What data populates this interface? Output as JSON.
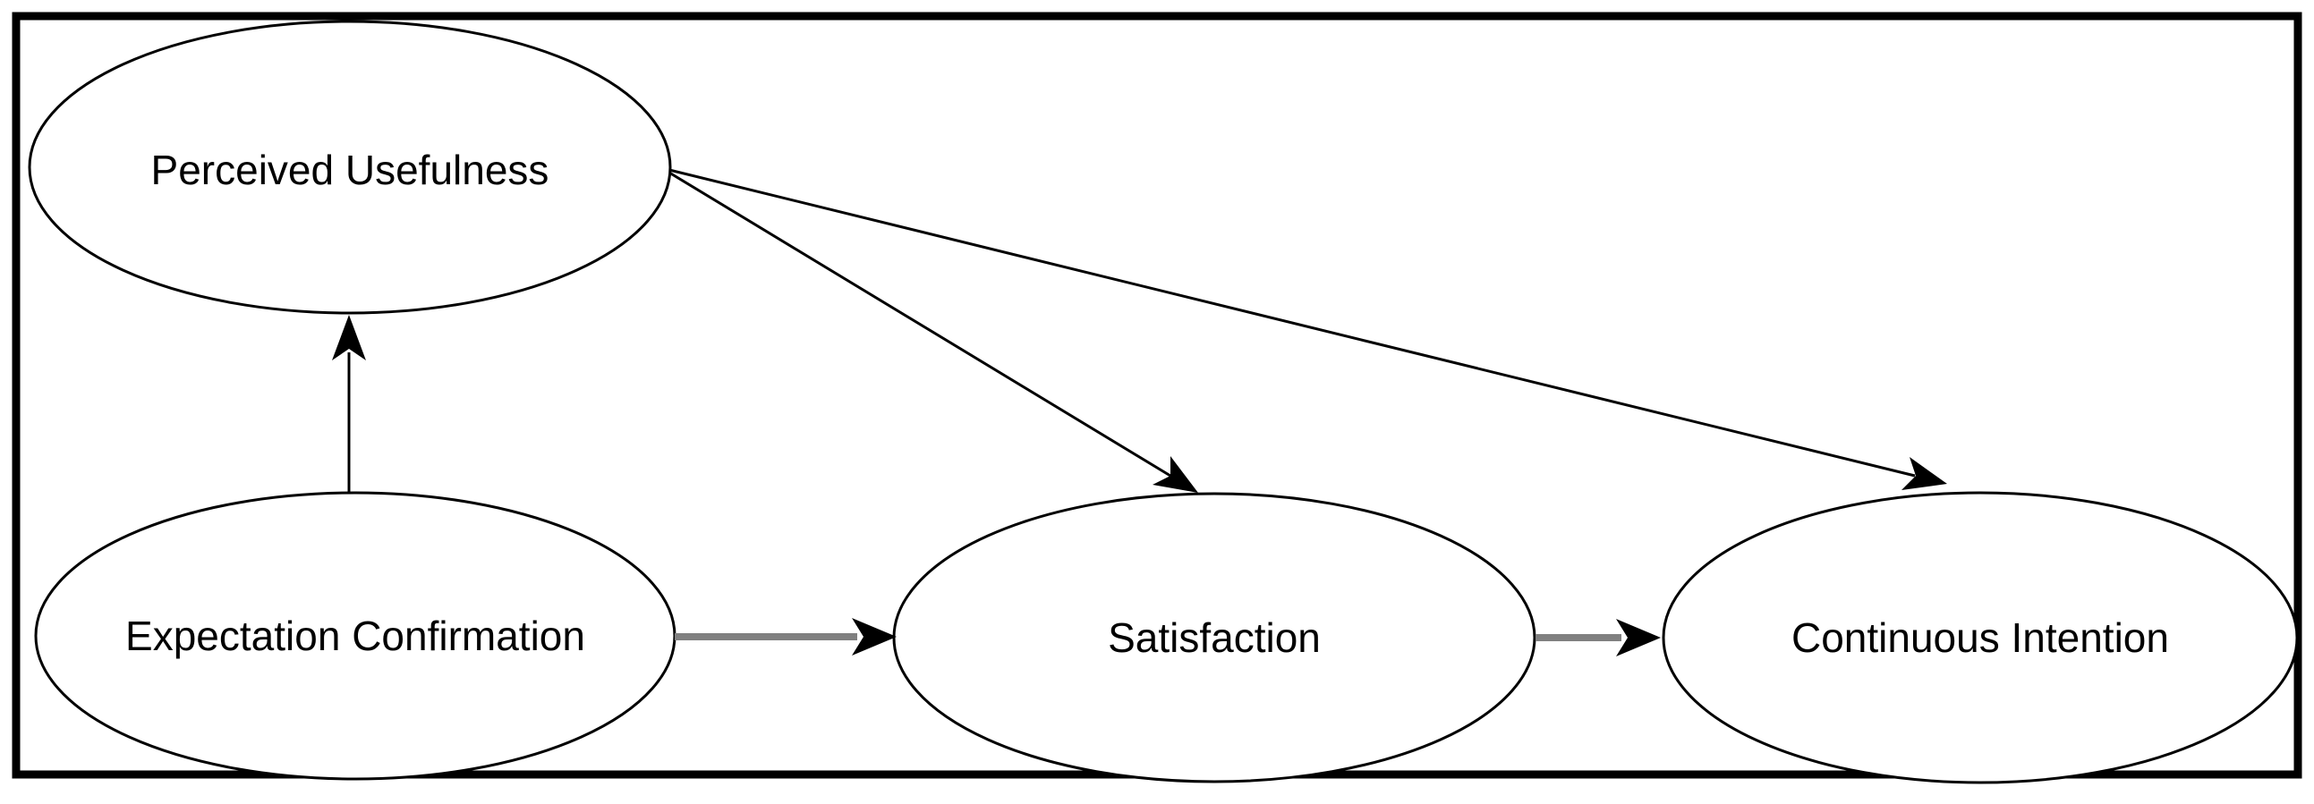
{
  "diagram": {
    "type": "path-model",
    "background": "#ffffff",
    "frame_color": "#000000",
    "node_fill": "#ffffff",
    "node_stroke": "#000000",
    "edge_color_thin": "#000000",
    "edge_color_thick": "#808080",
    "nodes": [
      {
        "id": "perceived-usefulness",
        "label": "Perceived Usefulness"
      },
      {
        "id": "expectation-confirmation",
        "label": "Expectation Confirmation"
      },
      {
        "id": "satisfaction",
        "label": "Satisfaction"
      },
      {
        "id": "continuous-intention",
        "label": "Continuous Intention"
      }
    ],
    "edges": [
      {
        "from": "expectation-confirmation",
        "to": "perceived-usefulness",
        "style": "thin-black-arrow"
      },
      {
        "from": "perceived-usefulness",
        "to": "satisfaction",
        "style": "thin-black-arrow"
      },
      {
        "from": "perceived-usefulness",
        "to": "continuous-intention",
        "style": "thin-black-arrow"
      },
      {
        "from": "expectation-confirmation",
        "to": "satisfaction",
        "style": "thick-gray-arrow"
      },
      {
        "from": "satisfaction",
        "to": "continuous-intention",
        "style": "thick-gray-arrow"
      }
    ]
  }
}
